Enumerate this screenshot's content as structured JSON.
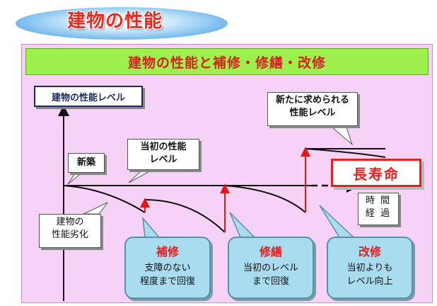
{
  "page_title": "建物の性能",
  "header": "建物の性能と補修・修繕・改修",
  "axis": {
    "y_label": "建物の性能レベル",
    "x_label_line1": "時 間",
    "x_label_line2": "経 過"
  },
  "labels": {
    "new_build": "新築",
    "initial_level_line1": "当初の性能",
    "initial_level_line2": "レベル",
    "new_level_line1": "新たに求められる",
    "new_level_line2": "性能レベル",
    "degradation_line1": "建物の",
    "degradation_line2": "性能劣化",
    "longevity": "長寿命"
  },
  "callouts": [
    {
      "title": "補修",
      "line1": "支障のない",
      "line2": "程度まで回復"
    },
    {
      "title": "修繕",
      "line1": "当初のレベル",
      "line2": "まで回復"
    },
    {
      "title": "改修",
      "line1": "当初よりも",
      "line2": "レベル向上"
    }
  ],
  "colors": {
    "title_red": "#e8281f",
    "panel": "#f7d2f7",
    "header_green": "#9ef04c",
    "callout_blue": "#a9dcef",
    "arrow_red": "#e01818"
  }
}
